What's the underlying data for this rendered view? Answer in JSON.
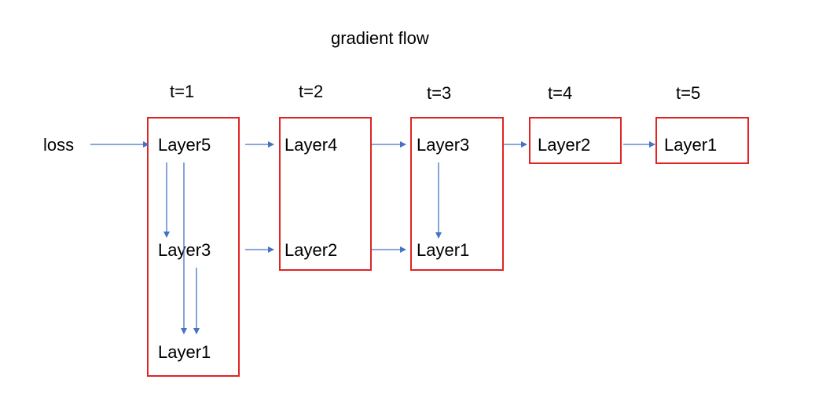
{
  "title": "gradient flow",
  "input_label": "loss",
  "colors": {
    "box_border": "#e02424",
    "arrow": "#4472c4",
    "text": "#000000"
  },
  "steps": [
    {
      "label": "t=1",
      "layers": [
        "Layer5",
        "Layer3",
        "Layer1"
      ]
    },
    {
      "label": "t=2",
      "layers": [
        "Layer4",
        "Layer2"
      ]
    },
    {
      "label": "t=3",
      "layers": [
        "Layer3",
        "Layer1"
      ]
    },
    {
      "label": "t=4",
      "layers": [
        "Layer2"
      ]
    },
    {
      "label": "t=5",
      "layers": [
        "Layer1"
      ]
    }
  ]
}
